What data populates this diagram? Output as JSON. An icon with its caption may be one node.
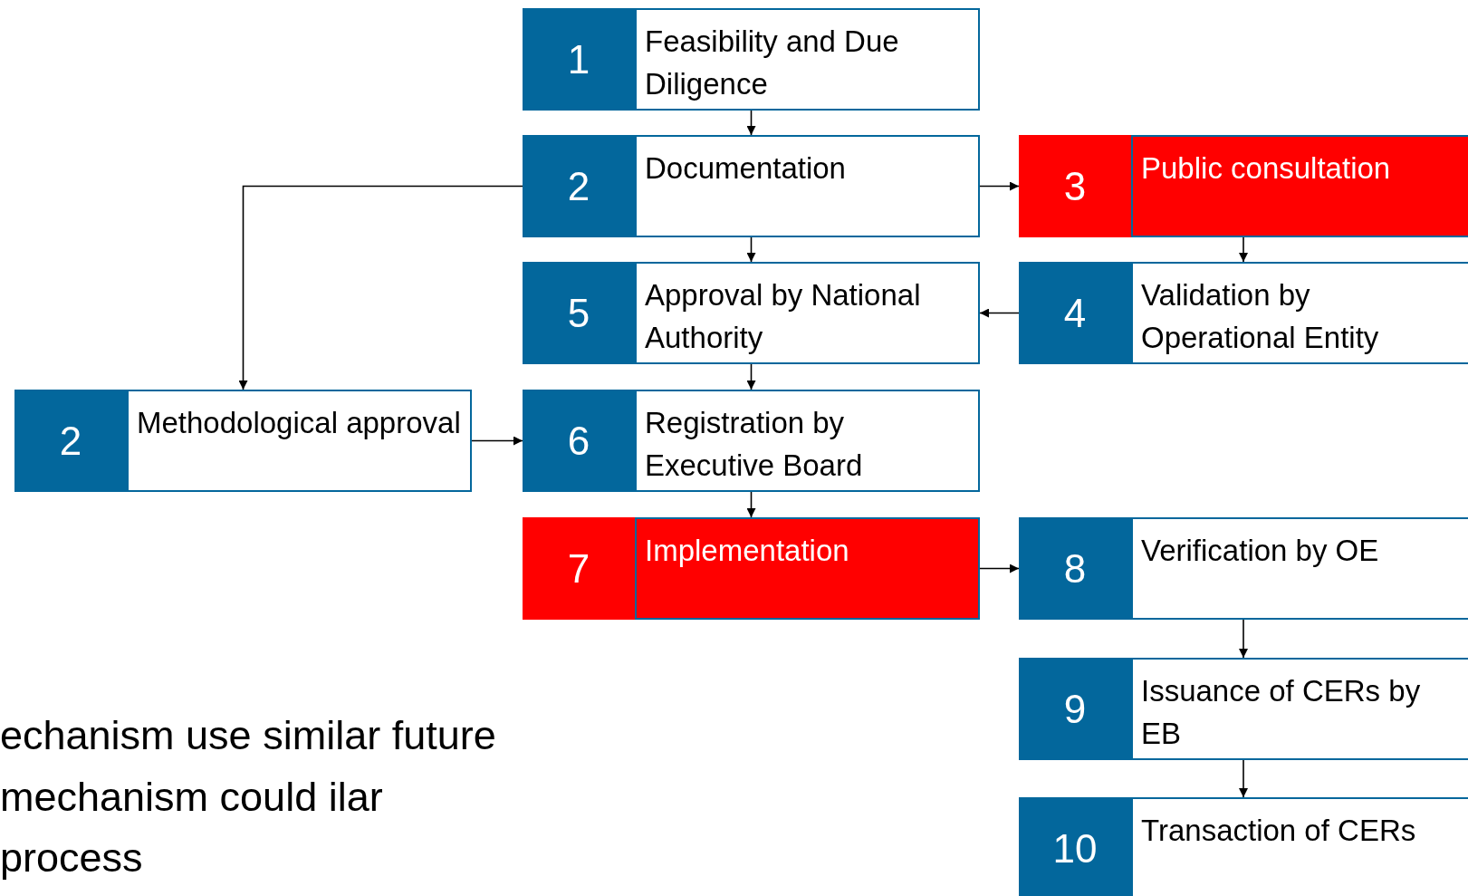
{
  "diagram": {
    "nodes": [
      {
        "text": [
          "1",
          "Feasibility and Due Diligence"
        ]
      },
      {
        "text": [
          "2",
          "Documentation"
        ]
      },
      {
        "text": [
          "3",
          "Public consultation"
        ]
      },
      {
        "text": [
          "5",
          "Approval by National Authority"
        ]
      },
      {
        "text": [
          "4",
          "Validation by Operational Entity"
        ]
      },
      {
        "text": [
          "2",
          "Methodological approval"
        ]
      },
      {
        "text": [
          "6",
          "Registration by Executive Board"
        ]
      },
      {
        "text": [
          "7",
          "Implementation"
        ]
      },
      {
        "text": [
          "8",
          "Verification by OE"
        ]
      },
      {
        "text": [
          "9",
          "Issuance of CERs by EB"
        ]
      },
      {
        "text": [
          "10",
          "Transaction of CERs"
        ]
      }
    ],
    "edges": [
      {
        "from": 0,
        "to": 1,
        "arrow": "to"
      },
      {
        "from": 1,
        "to": 2,
        "arrow": "to"
      },
      {
        "from": 1,
        "to": 5,
        "arrow": "to"
      },
      {
        "from": 1,
        "to": 3,
        "arrow": "to"
      },
      {
        "from": 2,
        "to": 4,
        "arrow": "to"
      },
      {
        "from": 4,
        "to": 3,
        "arrow": "to"
      },
      {
        "from": 3,
        "to": 6,
        "arrow": "to"
      },
      {
        "from": 5,
        "to": 6,
        "arrow": "to"
      },
      {
        "from": 6,
        "to": 7,
        "arrow": "to"
      },
      {
        "from": 7,
        "to": 8,
        "arrow": "to"
      },
      {
        "from": 8,
        "to": 9,
        "arrow": "to"
      },
      {
        "from": 9,
        "to": 10,
        "arrow": "to"
      }
    ],
    "labels": [
      "echanism use similar future mechanism could ilar process"
    ]
  }
}
